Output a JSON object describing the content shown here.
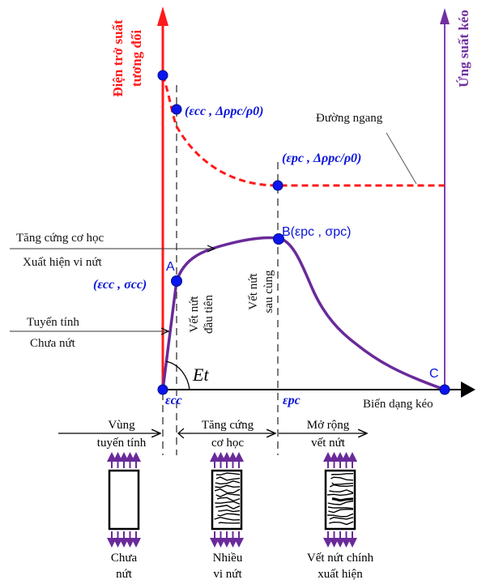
{
  "axes": {
    "left_label_line1": "Điện trở suất",
    "left_label_line2": "tương đối",
    "right_label": "Ứng suất kéo",
    "x_label": "Biến dạng kéo",
    "left_color": "#ff1a1a",
    "right_color": "#7030a0"
  },
  "points": {
    "cc_resistivity": "(εcc , Δρpc/ρ0)",
    "pc_resistivity": "(εpc , Δρpc/ρ0)",
    "A": "A",
    "A_coord": "(εcc , σcc)",
    "B": "B(εpc , σpc)",
    "C": "C",
    "eps_cc": "εcc",
    "eps_pc": "εpc",
    "Et": "Et"
  },
  "annotations": {
    "horizontal_line": "Đường ngang",
    "hardening": "Tăng cứng cơ học",
    "microcracks": "Xuất hiện vi nứt",
    "linear": "Tuyến tính",
    "uncracked": "Chưa nứt",
    "first_crack": [
      "Vết nứt",
      "đầu tiên"
    ],
    "last_crack": [
      "Vết nứt",
      "sau cùng"
    ]
  },
  "zones": [
    {
      "line1": "Vùng",
      "line2": "tuyến tính",
      "caption1": "Chưa",
      "caption2": "nứt"
    },
    {
      "line1": "Tăng cứng",
      "line2": "cơ học",
      "caption1": "Nhiều",
      "caption2": "vi nứt"
    },
    {
      "line1": "Mở rộng",
      "line2": "vết nứt",
      "caption1": "Vết nứt chính",
      "caption2": "xuất hiện"
    }
  ]
}
